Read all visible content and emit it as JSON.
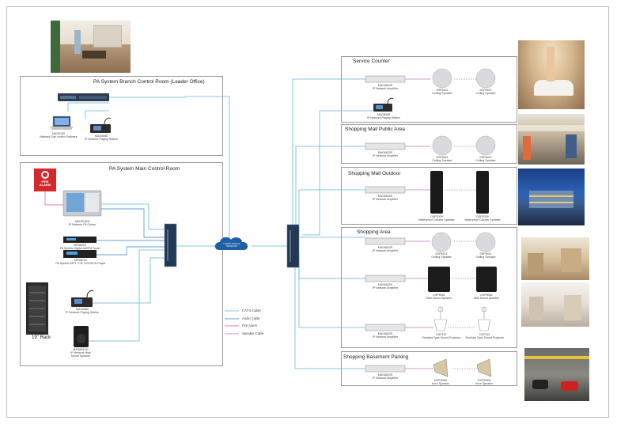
{
  "colors": {
    "cat5": "#5fb6d6",
    "audio": "#2f7fd0",
    "fire": "#e05a7a",
    "speaker": "#c879c0",
    "panel_border": "#9a9a9a"
  },
  "branch": {
    "title": "PA System Branch Control Room (Leader Office)",
    "switch_label": "",
    "laptop_label": [
      "MAG6100",
      "Network Sub control Software"
    ],
    "station_label": [
      "MAG6588",
      "IP Network Paging Station"
    ]
  },
  "main": {
    "title": "PA System Main Control Room",
    "fire_alarm_icon_text": [
      "FIRE",
      "ALARM"
    ],
    "center_label": [
      "MAG6182A",
      "IP Network PA Center"
    ],
    "tuner_label": [
      "MP9826S",
      "PA System Digital AM/FM Tuner"
    ],
    "player_label": [
      "MP9807U",
      "PA System MP3 / CD/ VCD/DVD Player"
    ],
    "paging_label": [
      "MAG6588",
      "IP Network Paging Station"
    ],
    "rack_label": "19\" Rack",
    "wall_spk_label": [
      "MAG6831W",
      "IP Network Wall",
      "Mount Speaker"
    ]
  },
  "cloud_label": [
    "LAN/IP Network",
    "WAN/LAN"
  ],
  "legend": [
    {
      "label": "CAT-5 Cable",
      "color_key": "cat5"
    },
    {
      "label": "Audio Cable",
      "color_key": "audio"
    },
    {
      "label": "Fire Alarm",
      "color_key": "fire"
    },
    {
      "label": "Speaker Cable",
      "color_key": "speaker"
    }
  ],
  "zones": [
    {
      "title": "Service Counter",
      "amp": [
        "MAG6820S",
        "IP Network Amplifier"
      ],
      "spk1": [
        "DSP6011",
        "Ceiling Speaker"
      ],
      "spk2": [
        "DSP6011",
        "Ceiling Speaker"
      ],
      "extra": [
        "MAG6588",
        "IP Network Paging Station"
      ],
      "speaker_type": "ceiling"
    },
    {
      "title": "Shopping Mall Public Area",
      "amp": [
        "MAG6820S",
        "IP Network Amplifier"
      ],
      "spk1": [
        "DSP6011",
        "Ceiling Speaker"
      ],
      "spk2": [
        "DSP6011",
        "Ceiling Speaker"
      ],
      "speaker_type": "ceiling"
    },
    {
      "title": "Shopping Mall Outdoor",
      "amp": [
        "MAG6820S",
        "IP Network Amplifier"
      ],
      "spk1": [
        "DSP2009",
        "Waterproof Column Speaker"
      ],
      "spk2": [
        "DSP2009",
        "Waterproof Column Speaker"
      ],
      "speaker_type": "column"
    },
    {
      "title": "Shopping Area",
      "amp": [
        "MAG6820S",
        "IP Network Amplifier"
      ],
      "spk1": [
        "DSP6011",
        "Ceiling Speaker"
      ],
      "spk2": [
        "DSP6011",
        "Ceiling Speaker"
      ],
      "amp2": [
        "MAG6820S",
        "IP Network Amplifier"
      ],
      "spk3": [
        "DSP6062",
        "Wall Mount Speaker"
      ],
      "spk4": [
        "DSP6062",
        "Wall Mount Speaker"
      ],
      "amp3": [
        "MAG6820S",
        "IP Network Amplifier"
      ],
      "spk5": [
        "DSP167",
        "Pendant Type Sound Projector"
      ],
      "spk6": [
        "DSP167",
        "Pendant Type Sound Projector"
      ]
    },
    {
      "title": "Shopping Basement Parking",
      "amp": [
        "MAG6820S",
        "IP Network Amplifier"
      ],
      "spk1": [
        "DSP306W",
        "Horn Speaker"
      ],
      "spk2": [
        "DSP306W",
        "Horn Speaker"
      ],
      "speaker_type": "horn"
    }
  ]
}
